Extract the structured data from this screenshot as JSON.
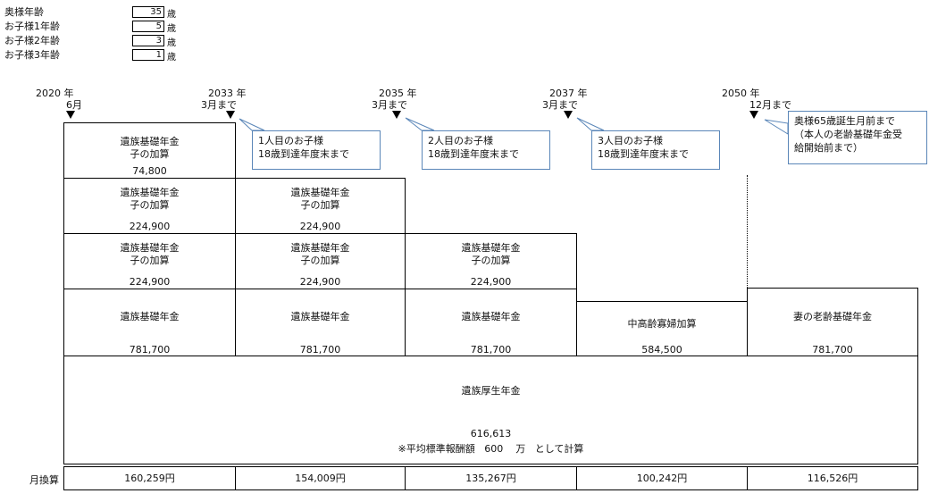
{
  "ages": [
    {
      "label": "奥様年齢",
      "value": "35",
      "unit": "歳"
    },
    {
      "label": "お子様1年齢",
      "value": "5",
      "unit": "歳"
    },
    {
      "label": "お子様2年齢",
      "value": "3",
      "unit": "歳"
    },
    {
      "label": "お子様3年齢",
      "value": "1",
      "unit": "歳"
    }
  ],
  "timeline": [
    {
      "year": "2020",
      "unit": "年",
      "sub": "6月"
    },
    {
      "year": "2033",
      "unit": "年",
      "sub": "3月まで"
    },
    {
      "year": "2035",
      "unit": "年",
      "sub": "3月まで"
    },
    {
      "year": "2037",
      "unit": "年",
      "sub": "3月まで"
    },
    {
      "year": "2050",
      "unit": "年",
      "sub": "12月まで"
    }
  ],
  "callouts": [
    {
      "line1": "1人目のお子様",
      "line2": "18歳到達年度末まで"
    },
    {
      "line1": "2人目のお子様",
      "line2": "18歳到達年度末まで"
    },
    {
      "line1": "3人目のお子様",
      "line2": "18歳到達年度末まで"
    },
    {
      "line1": "奥様65歳誕生月前まで",
      "line2": "（本人の老齢基礎年金受",
      "line3": "給開始前まで）"
    }
  ],
  "kasan": {
    "title1": "遺族基礎年金",
    "title2": "子の加算"
  },
  "kasan_values": [
    "74,800",
    "224,900",
    "224,900",
    "224,900",
    "224,900",
    "224,900"
  ],
  "basic": [
    {
      "title": "遺族基礎年金",
      "value": "781,700"
    },
    {
      "title": "遺族基礎年金",
      "value": "781,700"
    },
    {
      "title": "遺族基礎年金",
      "value": "781,700"
    },
    {
      "title": "中高齢寡婦加算",
      "value": "584,500"
    },
    {
      "title": "妻の老齢基礎年金",
      "value": "781,700"
    }
  ],
  "kosei": {
    "title": "遺族厚生年金",
    "value": "616,613",
    "note_prefix": "※平均標準報酬額",
    "note_amount": "600",
    "note_unit": "万",
    "note_suffix": "として計算"
  },
  "monthly": {
    "label": "月換算",
    "values": [
      "160,259円",
      "154,009円",
      "135,267円",
      "100,242円",
      "116,526円"
    ]
  }
}
